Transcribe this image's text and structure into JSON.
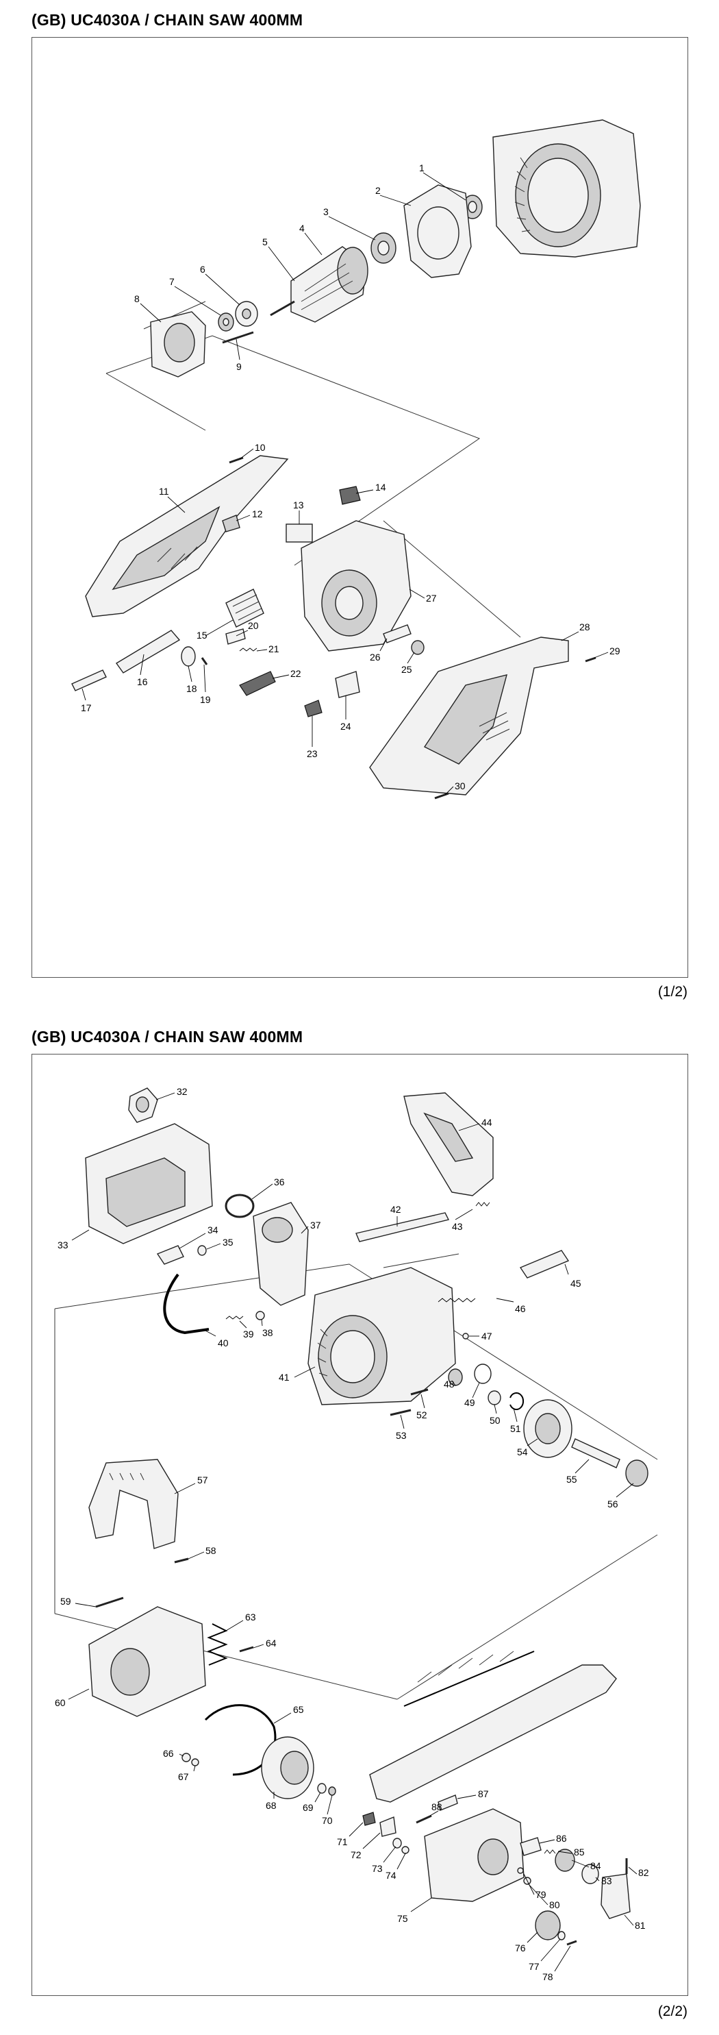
{
  "sheets": [
    {
      "title": "(GB) UC4030A / CHAIN SAW 400MM",
      "page_indicator": "(1/2)",
      "labels": [
        "1",
        "2",
        "3",
        "4",
        "5",
        "6",
        "7",
        "8",
        "9",
        "10",
        "11",
        "12",
        "13",
        "14",
        "15",
        "16",
        "17",
        "18",
        "19",
        "20",
        "21",
        "22",
        "23",
        "24",
        "25",
        "26",
        "27",
        "28",
        "29",
        "30"
      ]
    },
    {
      "title": "(GB) UC4030A / CHAIN SAW 400MM",
      "page_indicator": "(2/2)",
      "labels": [
        "32",
        "33",
        "34",
        "35",
        "36",
        "37",
        "38",
        "39",
        "40",
        "41",
        "42",
        "43",
        "44",
        "45",
        "46",
        "47",
        "48",
        "49",
        "50",
        "51",
        "52",
        "53",
        "54",
        "55",
        "56",
        "57",
        "58",
        "59",
        "60",
        "63",
        "64",
        "65",
        "66",
        "67",
        "68",
        "69",
        "70",
        "71",
        "72",
        "73",
        "74",
        "75",
        "76",
        "77",
        "78",
        "79",
        "80",
        "81",
        "82",
        "83",
        "84",
        "85",
        "86",
        "87",
        "88"
      ]
    }
  ]
}
